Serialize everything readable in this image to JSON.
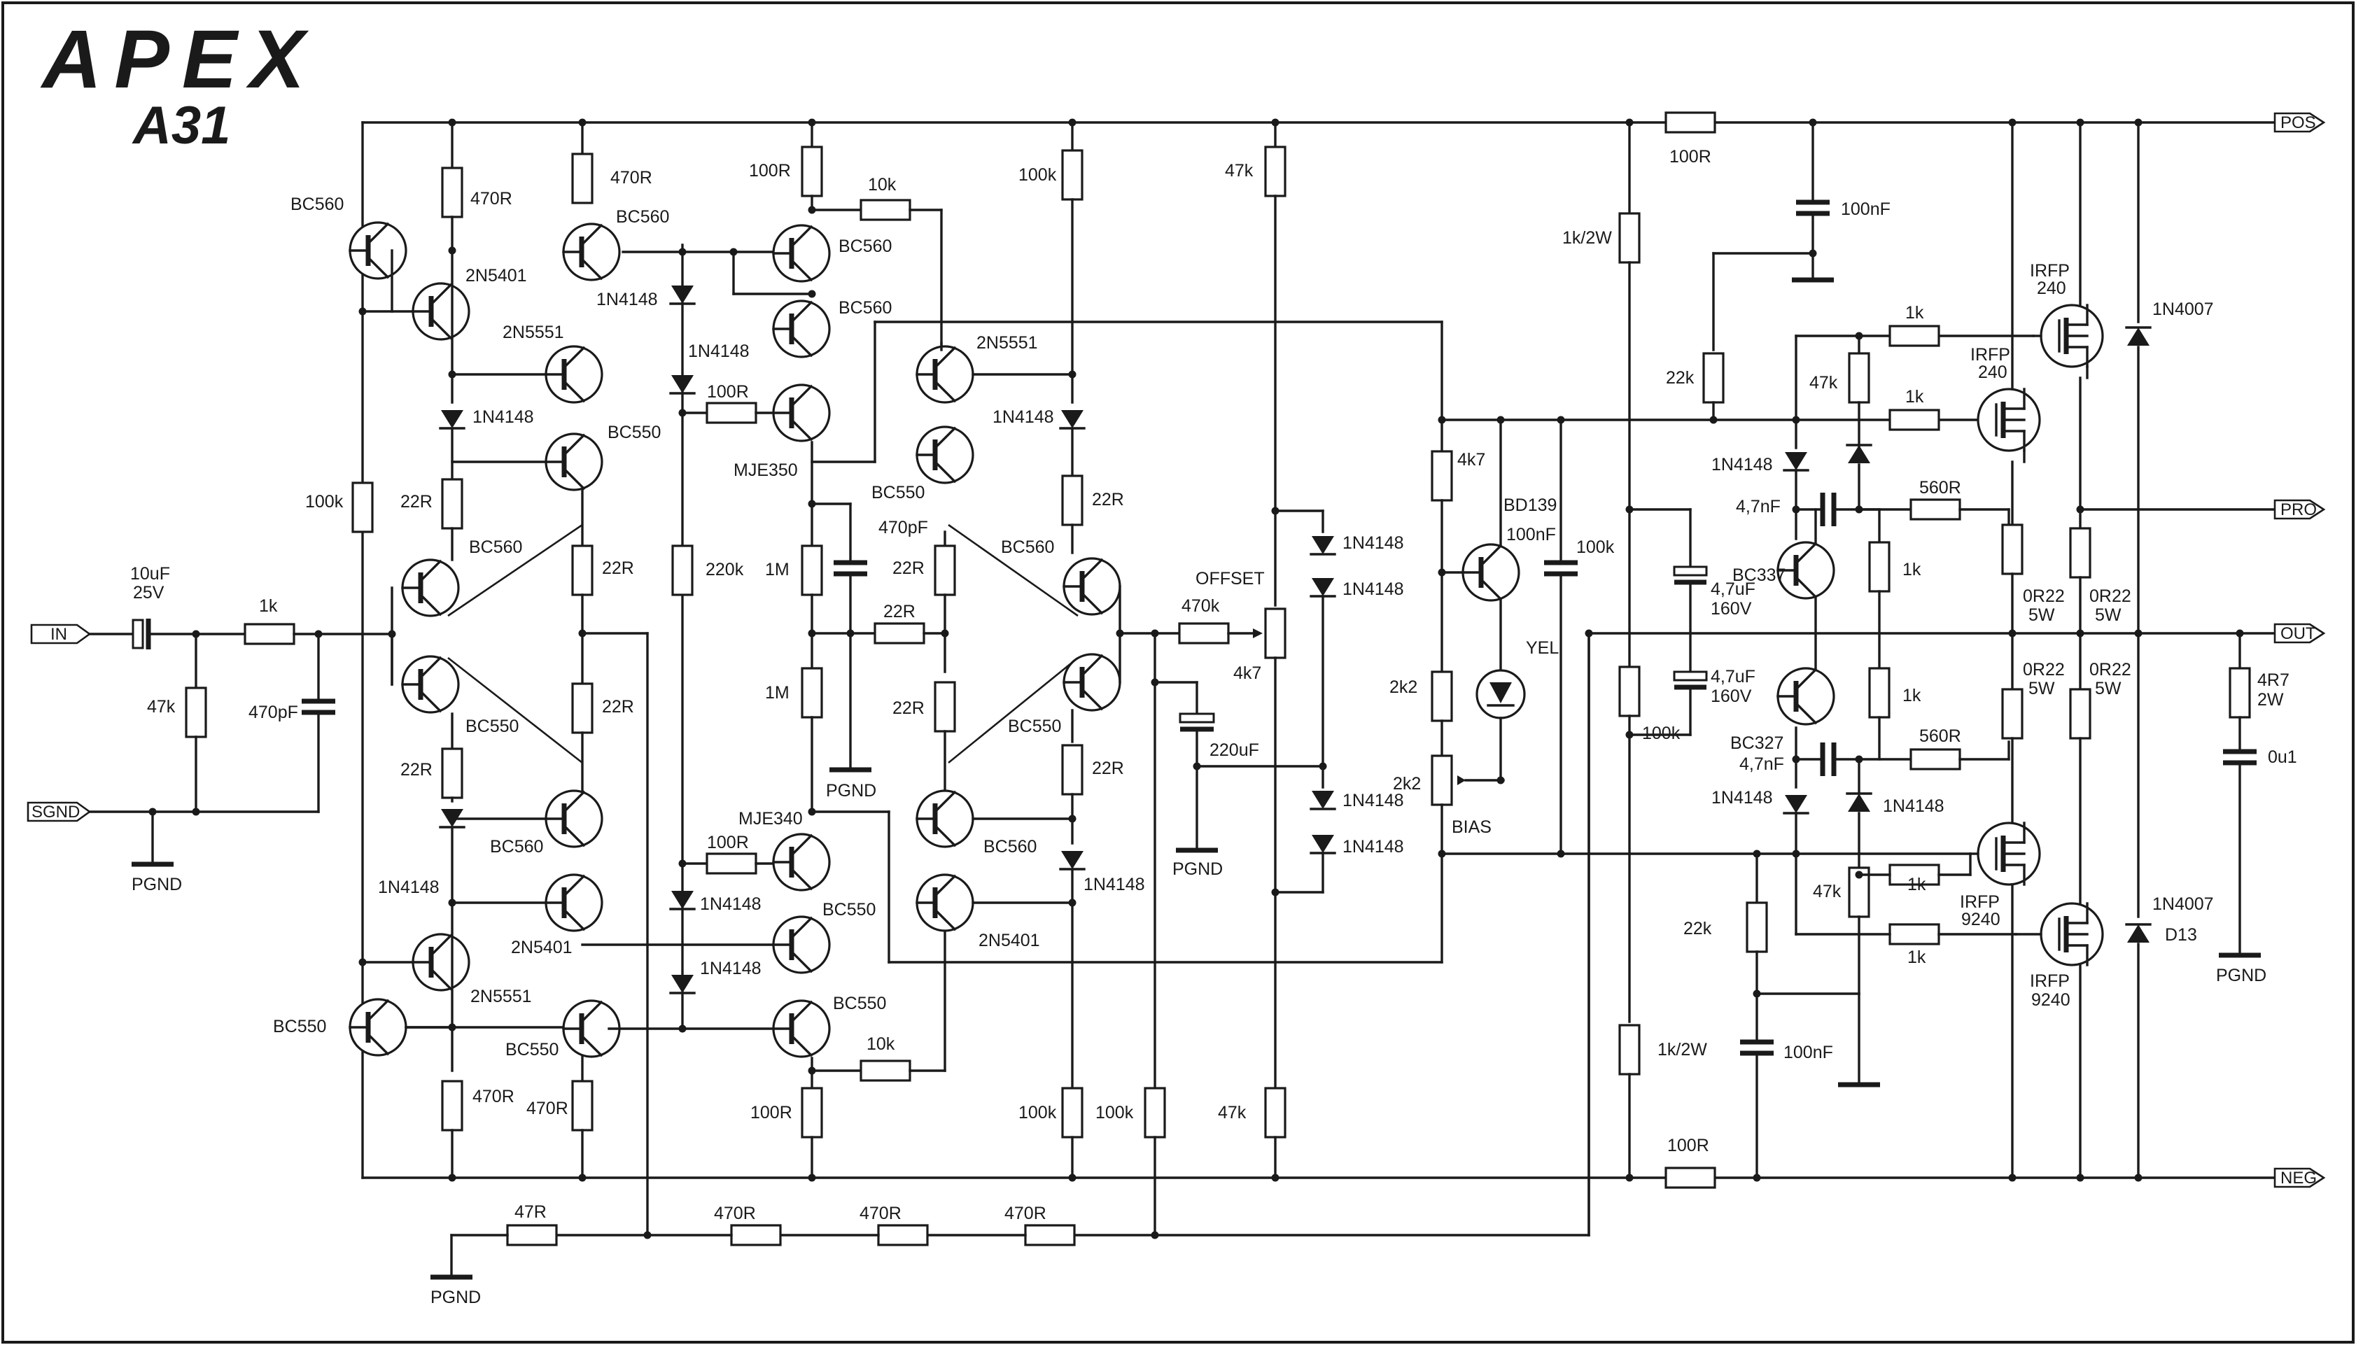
{
  "title": {
    "brand": "APEX",
    "model": "A31"
  },
  "ports": {
    "pos": "POS",
    "neg": "NEG",
    "pro": "PRO",
    "out": "OUT",
    "in": "IN",
    "sgnd": "SGND"
  },
  "grounds": {
    "pgnd": "PGND"
  },
  "input": {
    "cap_value": "10uF",
    "cap_voltage": "25V",
    "r_series": "1k",
    "r_shunt": "47k",
    "c_shunt": "470pF"
  },
  "front_end": {
    "q1": "BC560",
    "q2": "2N5401",
    "q3": "2N5551",
    "q4": "BC550",
    "q5": "BC560",
    "q6": "BC550",
    "q7": "BC560",
    "q8": "2N5401",
    "q9": "2N5551",
    "q10": "BC550",
    "q11": "BC550",
    "r_470_top": "470R",
    "r_470_bot": "470R",
    "r_100k": "100k",
    "r_22_a": "22R",
    "r_22_b": "22R",
    "r_22_c": "22R",
    "r_22_d": "22R",
    "d1": "1N4148",
    "d2": "1N4148",
    "r_470_top2": "470R",
    "r_470_bot2": "470R"
  },
  "vas": {
    "q_top1": "BC560",
    "q_top2": "BC560",
    "q_top3": "BC560",
    "q_mje350": "MJE350",
    "q_mje340": "MJE340",
    "q_bot1": "BC550",
    "q_bot2": "BC550",
    "r_100_top": "100R",
    "r_10k_top": "10k",
    "r_100_mid": "100R",
    "r_100_bot": "100R",
    "r_10k_bot": "10k",
    "r_100_bottom": "100R",
    "d_a": "1N4148",
    "d_b": "1N4148",
    "d_c": "1N4148",
    "d_d": "1N4148",
    "r_220k": "220k",
    "r_1m_a": "1M",
    "r_1m_b": "1M",
    "c_470p": "470pF",
    "r_22_mid": "22R",
    "pgnd": "PGND"
  },
  "mirror": {
    "q_2n5551": "2N5551",
    "q_bc550": "BC550",
    "q_bc560": "BC560",
    "q_bc550_b": "BC550",
    "q_bc560_b": "BC560",
    "q_2n5401": "2N5401",
    "r_100k": "100k",
    "r_100k_b": "100k",
    "d_a": "1N4148",
    "d_b": "1N4148",
    "r_22_a": "22R",
    "r_22_b": "22R",
    "r_22_c": "22R",
    "r_22_d": "22R",
    "r_100k_c": "100k"
  },
  "offset": {
    "label": "OFFSET",
    "r_470k": "470k",
    "pot": "4k7",
    "r_47k_top": "47k",
    "r_47k_bot": "47k",
    "cap": "220uF",
    "pgnd": "PGND",
    "d1": "1N4148",
    "d2": "1N4148",
    "d3": "1N4148",
    "d4": "1N4148"
  },
  "bias": {
    "q": "BD139",
    "r_4k7": "4k7",
    "c_100n": "100nF",
    "r_2k2": "2k2",
    "pot": "2k2",
    "pot_label": "BIAS",
    "led": "YEL"
  },
  "driver": {
    "r_1k2w_top": "1k/2W",
    "r_1k2w_bot": "1k/2W",
    "r_100k_a": "100k",
    "r_100k_b": "100k",
    "c_top": "4,7uF",
    "c_top_v": "160V",
    "c_bot": "4,7uF",
    "c_bot_v": "160V",
    "r_100R_top": "100R",
    "r_100R_bot": "100R",
    "c_100n_top": "100nF",
    "c_100n_bot": "100nF",
    "r_22k_top": "22k",
    "r_22k_bot": "22k",
    "r_47k_top": "47k",
    "r_47k_bot": "47k",
    "q_bc337": "BC337",
    "q_bc327": "BC327",
    "c_47n_top": "4,7nF",
    "c_47n_bot": "4,7nF",
    "r_560_top": "560R",
    "r_560_bot": "560R",
    "r_1k_a": "1k",
    "r_1k_b": "1k",
    "r_1k_c": "1k",
    "r_1k_d": "1k",
    "r_1k_e": "1k",
    "r_1k_f": "1k",
    "d_a": "1N4148",
    "d_b": "1N4148",
    "d_c": "1N4148",
    "d_d": "1N4148"
  },
  "output": {
    "m1": "IRFP",
    "m1b": "240",
    "m2": "IRFP",
    "m2b": "240",
    "m3": "IRFP",
    "m3b": "9240",
    "m4": "IRFP",
    "m4b": "9240",
    "r_0r22_a": "0R22",
    "r_0r22_a_w": "5W",
    "r_0r22_b": "0R22",
    "r_0r22_b_w": "5W",
    "r_0r22_c": "0R22",
    "r_0r22_c_w": "5W",
    "r_0r22_d": "0R22",
    "r_0r22_d_w": "5W",
    "d_top": "1N4007",
    "d_bot": "1N4007",
    "d_bot_ref": "D13",
    "zobel_r": "4R7",
    "zobel_r_w": "2W",
    "zobel_c": "0u1",
    "pgnd": "PGND"
  },
  "feedback": {
    "r_47": "47R",
    "r_470_a": "470R",
    "r_470_b": "470R",
    "r_470_c": "470R",
    "pgnd": "PGND"
  }
}
